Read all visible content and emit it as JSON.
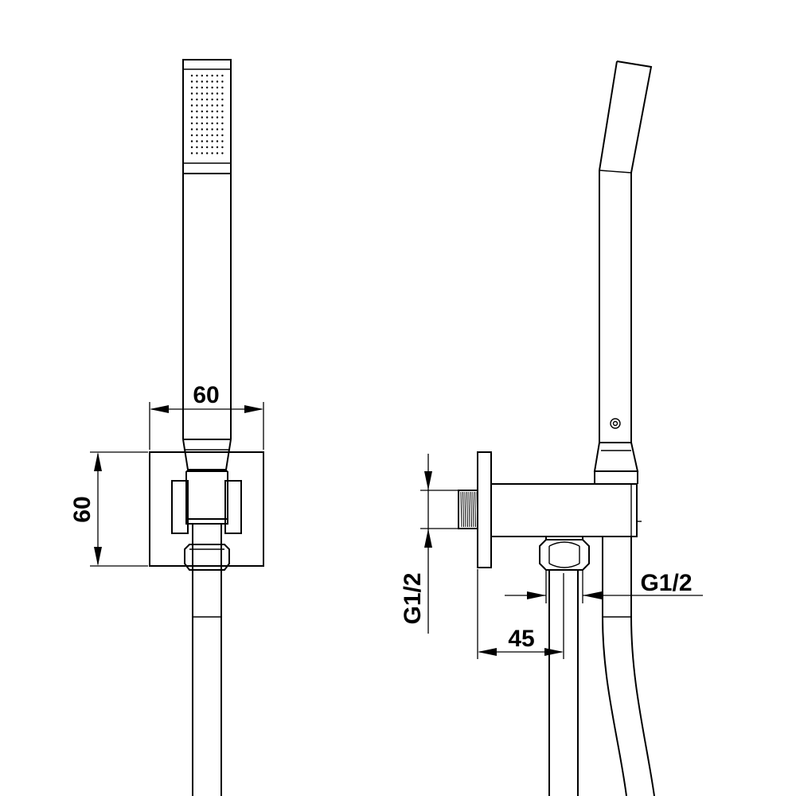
{
  "dimensions": {
    "front_width": "60",
    "front_height": "60",
    "side_inlet_thread": "G1/2",
    "side_outlet_thread": "G1/2",
    "side_projection": "45"
  }
}
